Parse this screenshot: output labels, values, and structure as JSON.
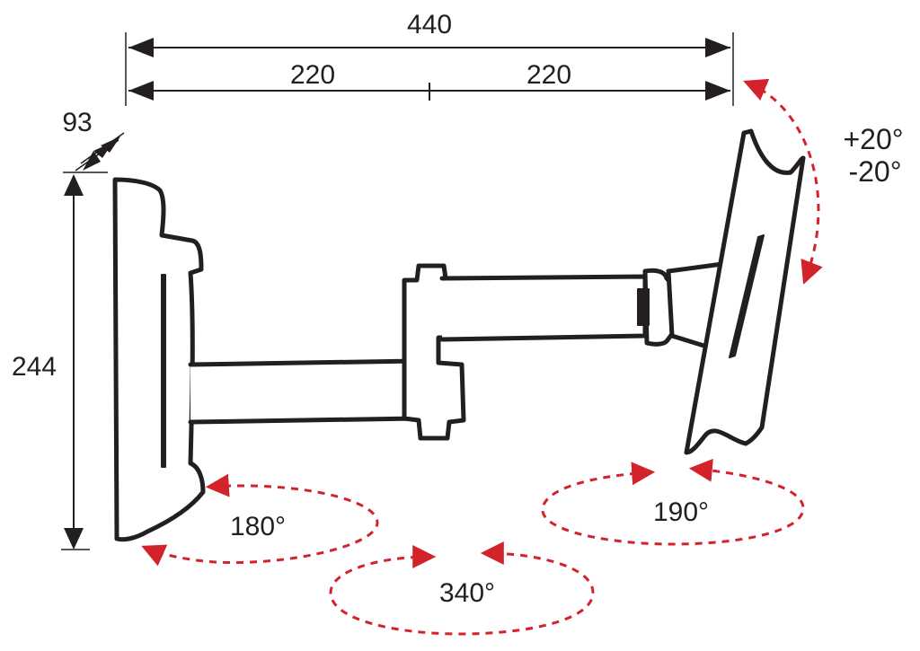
{
  "dimensions": {
    "total_width": "440",
    "left_segment": "220",
    "right_segment": "220",
    "depth": "93",
    "height": "244"
  },
  "rotations": {
    "wall_pivot": "180°",
    "arm_pivot": "340°",
    "head_pivot": "190°"
  },
  "tilt": {
    "up": "+20°",
    "down": "-20°"
  },
  "colors": {
    "line": "#231f20",
    "motion_arrow": "#d2232a"
  }
}
